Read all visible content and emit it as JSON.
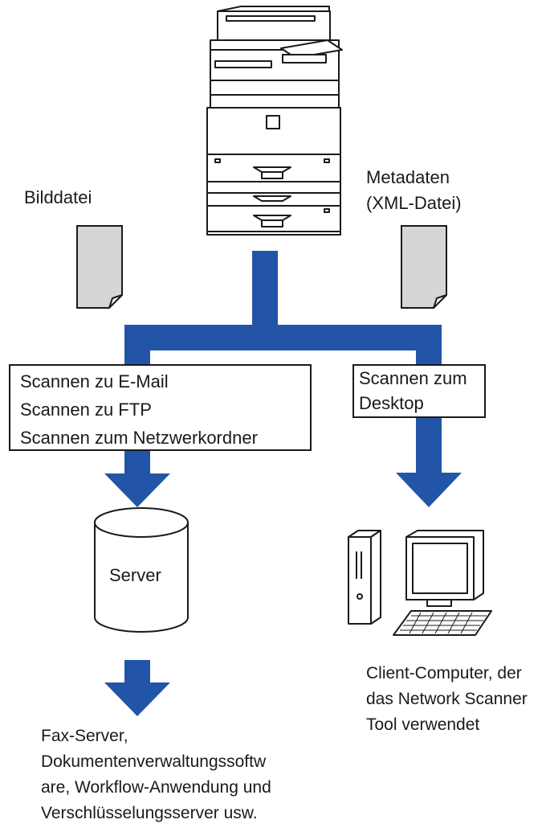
{
  "image_file_label": "Bilddatei",
  "metadata_label": [
    "Metadaten",
    "(XML-Datei)"
  ],
  "left_box_lines": [
    "Scannen zu E-Mail",
    "Scannen zu FTP",
    "Scannen zum Netzwerkordner"
  ],
  "right_box_lines": [
    "Scannen zum",
    "Desktop"
  ],
  "server_label": "Server",
  "client_caption": [
    "Client-Computer, der",
    "das Network Scanner",
    "Tool verwendet"
  ],
  "bottom_caption": [
    "Fax-Server,",
    "Dokumentenverwaltungssoftw",
    "are, Workflow-Anwendung und",
    "Verschlüsselungsserver usw."
  ],
  "colors": {
    "flow": "#2255a8",
    "doc_fill": "#d6d6d6",
    "outline": "#1a1a1a"
  }
}
